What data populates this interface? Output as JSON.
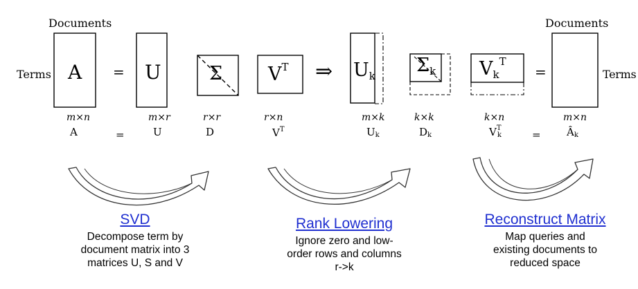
{
  "top_left_label": "Documents",
  "top_right_label": "Documents",
  "left_row_label": "Terms",
  "right_row_label": "Terms",
  "matrices": {
    "A": "A",
    "U": "U",
    "Sigma": "Σ",
    "V_base": "V",
    "V_sup": "T",
    "Uk_base": "U",
    "Uk_sub": "k",
    "Sk_base": "Σ",
    "Sk_sub": "k",
    "Vk_base": "V",
    "Vk_sub": "k",
    "Vk_sup": "T"
  },
  "operators": {
    "eq1": "=",
    "implies": "⇒",
    "eq2": "="
  },
  "dimensions": {
    "A": "m×n",
    "U": "m×r",
    "D": "r×r",
    "VT": "r×n",
    "Uk": "m×k",
    "Dk": "k×k",
    "VkT": "k×n",
    "Ahat": "m×n"
  },
  "equation_row": {
    "A": "A",
    "eq1": "=",
    "U": "U",
    "D": "D",
    "VT_base": "V",
    "VT_sup": "T",
    "Uk_base": "U",
    "Uk_sub": "k",
    "Dk_base": "D",
    "Dk_sub": "k",
    "VTk_base": "V",
    "VTk_sup": "T",
    "VTk_sub": "k",
    "eq2": "=",
    "Ahat_base": "Â",
    "Ahat_sub": "k"
  },
  "steps": [
    {
      "title": "SVD",
      "lines": [
        "Decompose term by",
        "document matrix into 3",
        "matrices U, S and V"
      ]
    },
    {
      "title": "Rank Lowering",
      "lines": [
        "Ignore zero and low-",
        "order rows and columns",
        "r->k"
      ]
    },
    {
      "title": "Reconstruct Matrix",
      "lines": [
        "Map queries and",
        "existing documents to",
        "reduced space"
      ]
    }
  ]
}
